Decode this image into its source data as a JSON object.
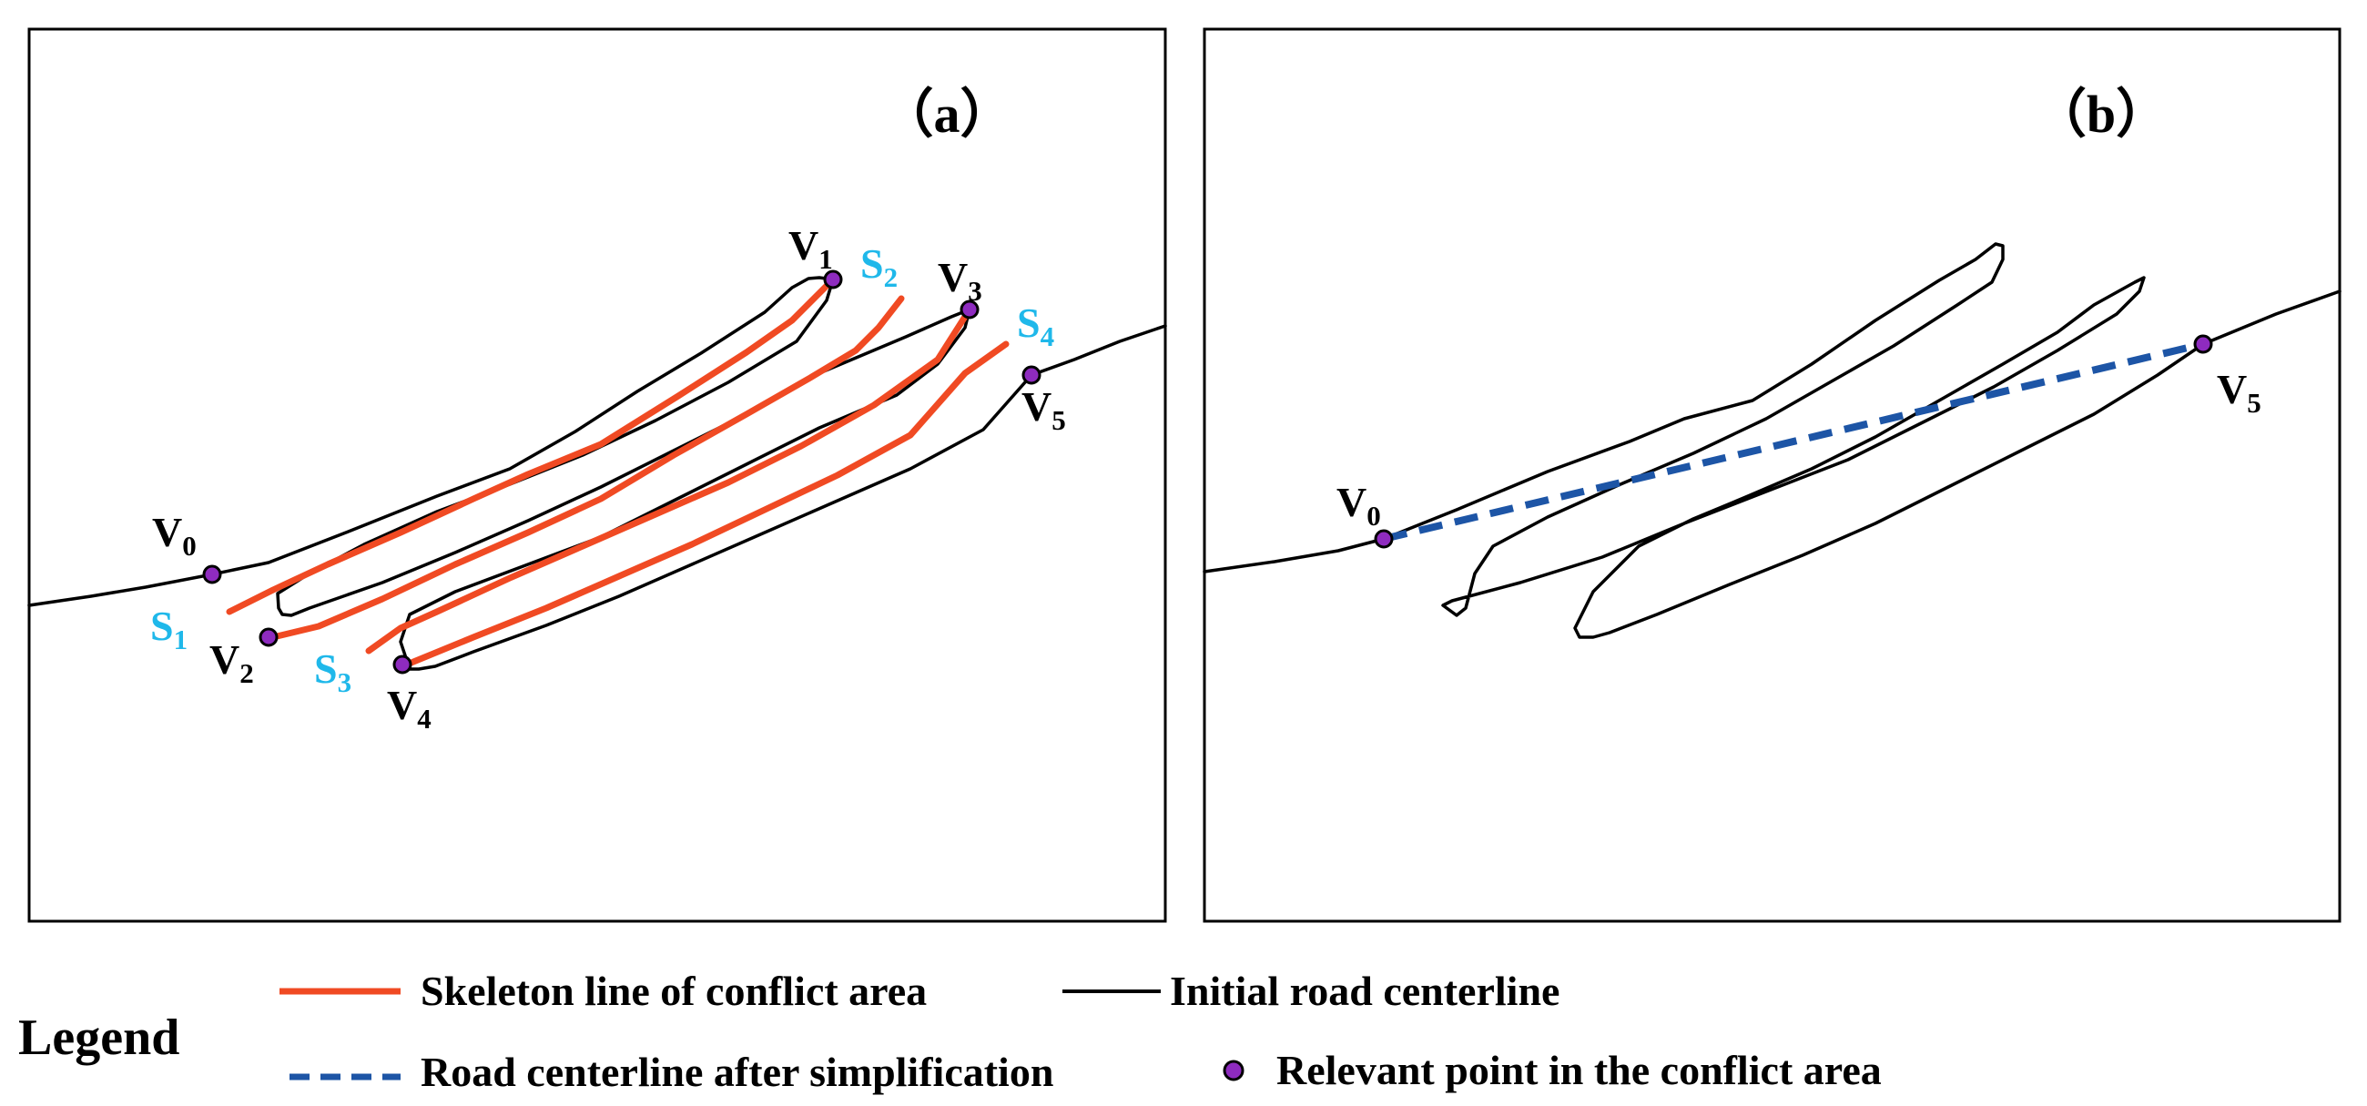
{
  "panels": {
    "a": {
      "title": "（a）"
    },
    "b": {
      "title": "（b）"
    }
  },
  "points": {
    "v0": {
      "main": "V",
      "sub": "0"
    },
    "v1": {
      "main": "V",
      "sub": "1"
    },
    "v2": {
      "main": "V",
      "sub": "2"
    },
    "v3": {
      "main": "V",
      "sub": "3"
    },
    "v4": {
      "main": "V",
      "sub": "4"
    },
    "v5": {
      "main": "V",
      "sub": "5"
    }
  },
  "skeletons": {
    "s1": {
      "main": "S",
      "sub": "1"
    },
    "s2": {
      "main": "S",
      "sub": "2"
    },
    "s3": {
      "main": "S",
      "sub": "3"
    },
    "s4": {
      "main": "S",
      "sub": "4"
    }
  },
  "legend": {
    "title": "Legend",
    "skeleton_line": "Skeleton line of conflict area",
    "initial_centerline": "Initial road centerline",
    "simplified_centerline": "Road centerline after simplification",
    "relevant_point": "Relevant point in the conflict area"
  },
  "colors": {
    "skeleton": "#f04a23",
    "simplified": "#1d55a6",
    "point": "#8e2bbf",
    "s_label": "#1fb8ea",
    "line": "#000000"
  }
}
